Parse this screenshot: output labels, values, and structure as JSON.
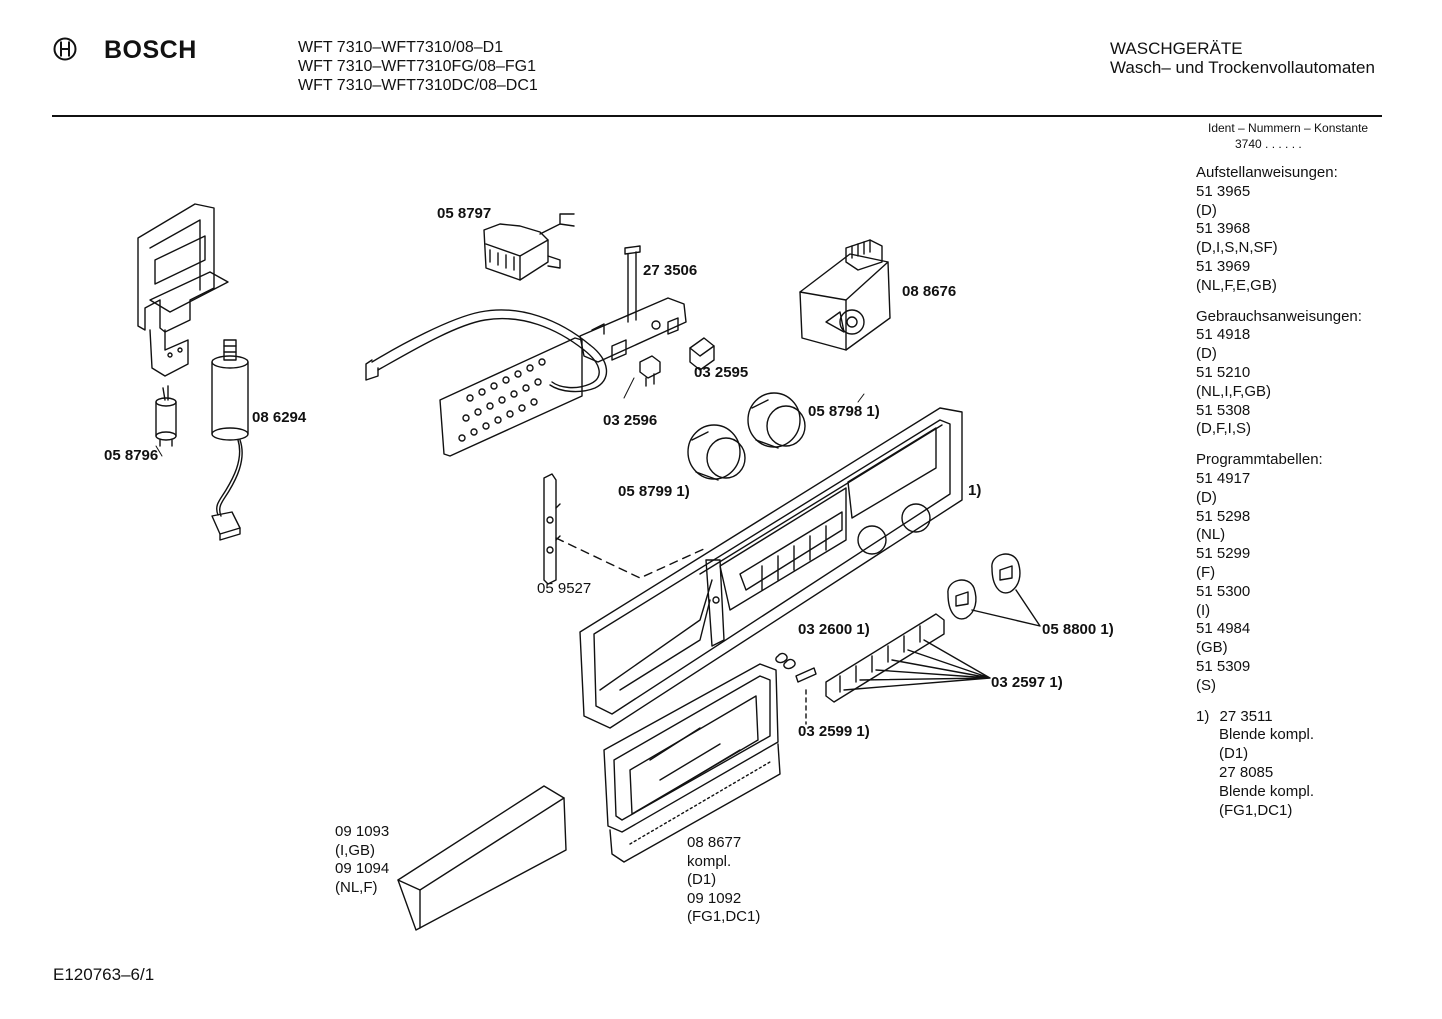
{
  "header": {
    "brand": "BOSCH",
    "models": [
      "WFT 7310–WFT7310/08–D1",
      "WFT 7310–WFT7310FG/08–FG1",
      "WFT 7310–WFT7310DC/08–DC1"
    ],
    "category": "WASCHGERÄTE",
    "subcategory": "Wasch– und Trockenvollautomaten"
  },
  "sidebar": {
    "ident_title": "Ident – Nummern – Konstante",
    "ident_value": "3740 . .  . . . .",
    "sections": [
      {
        "heading": "Aufstellanweisungen:",
        "lines": [
          "51 3965",
          "(D)",
          "51 3968",
          "(D,I,S,N,SF)",
          "51 3969",
          "(NL,F,E,GB)"
        ]
      },
      {
        "heading": "Gebrauchsanweisungen:",
        "lines": [
          "51 4918",
          "(D)",
          "51 5210",
          "(NL,I,F,GB)",
          "51 5308",
          "(D,F,I,S)"
        ]
      },
      {
        "heading": "Programmtabellen:",
        "lines": [
          "51 4917",
          "(D)",
          "51 5298",
          "(NL)",
          "51 5299",
          "(F)",
          "51 5300",
          "(I)",
          "51 4984",
          "(GB)",
          "51 5309",
          "(S)"
        ]
      }
    ],
    "footnote": {
      "marker": "1)",
      "first": "27 3511",
      "lines": [
        "Blende kompl.",
        "(D1)",
        "27 8085",
        "Blende kompl.",
        "(FG1,DC1)"
      ]
    }
  },
  "parts": {
    "p058797": "05 8797",
    "p273506": "27 3506",
    "p088676": "08 8676",
    "p086294": "08 6294",
    "p058796": "05 8796",
    "p032595": "03 2595",
    "p032596": "03 2596",
    "p058798": "05 8798 1)",
    "p058799": "05 8799 1)",
    "panel_note": "1)",
    "p059527": "05 9527",
    "p032600": "03 2600 1)",
    "p058800": "05 8800 1)",
    "p032597": "03 2597 1)",
    "p032599": "03 2599 1)",
    "glass_lines": [
      "09 1093",
      "(I,GB)",
      "09 1094",
      "(NL,F)"
    ],
    "door_lines": [
      "08 8677",
      "kompl.",
      "(D1)",
      "09 1092",
      "(FG1,DC1)"
    ]
  },
  "footer": {
    "code": "E120763–6/1"
  }
}
